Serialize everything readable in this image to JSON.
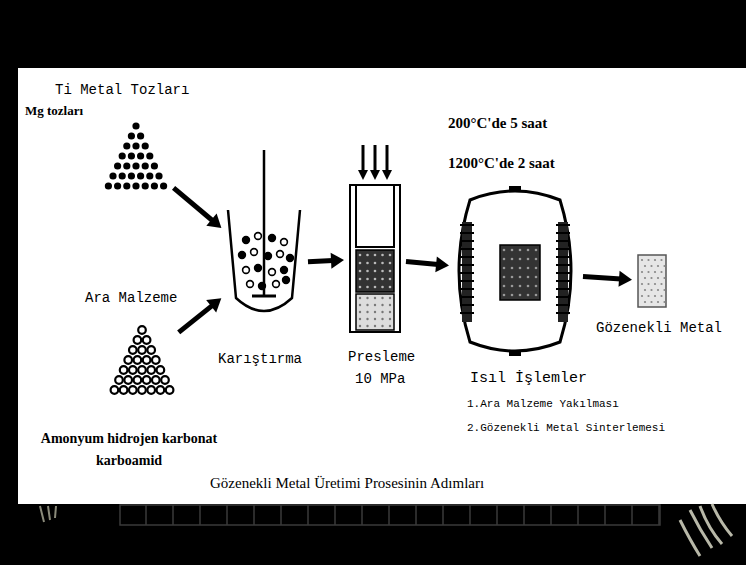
{
  "diagram": {
    "caption": "Gözenekli Metal Üretimi Prosesinin Adımları",
    "nodes": [
      {
        "text": [
          "Ti Metal Tozları",
          "Mg tozları"
        ]
      },
      {
        "text": [
          "Ara Malzeme",
          "Amonyum hidrojen karbonat karboamid"
        ]
      },
      {
        "text": [
          "Karıştırma"
        ]
      },
      {
        "text": [
          "Presleme",
          "10 MPa"
        ]
      },
      {
        "text": [
          "Isıl İşlemler",
          "1.Ara Malzeme Yakılması",
          "2.Gözenekli Metal Sinterlemesi"
        ]
      },
      {
        "text": [
          "Gözenekli Metal"
        ]
      }
    ],
    "edges": [
      {
        "from": 0,
        "to": 2,
        "arrow": "to"
      },
      {
        "from": 1,
        "to": 2,
        "arrow": "to"
      },
      {
        "from": 2,
        "to": 3,
        "arrow": "to"
      },
      {
        "from": 3,
        "to": 4,
        "arrow": "to"
      },
      {
        "from": 4,
        "to": 5,
        "arrow": "to"
      }
    ],
    "labels": [
      "200°C'de 5 saat",
      "1200°C'de 2 saat"
    ]
  }
}
